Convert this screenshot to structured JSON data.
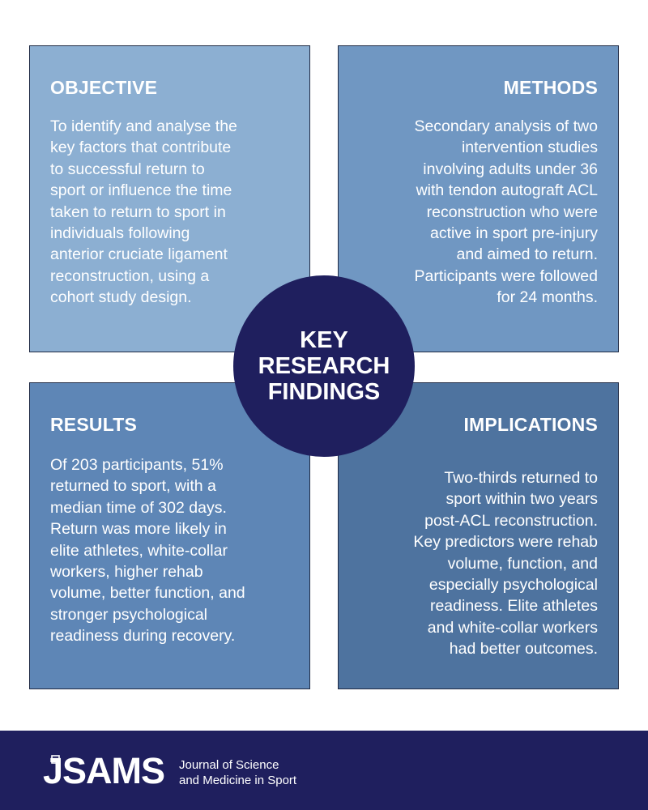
{
  "panels": {
    "objective": {
      "heading": "OBJECTIVE",
      "body": "To identify and analyse the\nkey factors that contribute\nto successful return to\nsport or influence the time\ntaken to return to sport in\nindividuals following\nanterior cruciate ligament\nreconstruction, using a\ncohort study design."
    },
    "methods": {
      "heading": "METHODS",
      "body": "Secondary analysis of two\nintervention studies\ninvolving adults under 36\nwith tendon autograft ACL\nreconstruction who were\nactive in sport pre-injury\nand aimed to return.\nParticipants were followed\nfor 24 months."
    },
    "results": {
      "heading": "RESULTS",
      "body": "Of 203 participants, 51%\nreturned to sport, with a\nmedian time of 302 days.\nReturn was more likely in\nelite athletes, white-collar\nworkers, higher rehab\nvolume, better function, and\nstronger psychological\nreadiness during recovery."
    },
    "implications": {
      "heading": "IMPLICATIONS",
      "body": "Two-thirds returned to\nsport within two years\npost-ACL reconstruction.\nKey predictors were rehab\nvolume, function, and\nespecially psychological\nreadiness. Elite athletes\nand white-collar workers\nhad better outcomes."
    }
  },
  "center_badge": {
    "text": "KEY\nRESEARCH\nFINDINGS"
  },
  "footer": {
    "logo_text": "JSAMS",
    "tagline": "Journal of Science\nand Medicine in Sport"
  },
  "colors": {
    "objective_bg": "#8cafd2",
    "methods_bg": "#7097c2",
    "results_bg": "#5e86b6",
    "implications_bg": "#4e739f",
    "navy": "#1f1f5e"
  }
}
